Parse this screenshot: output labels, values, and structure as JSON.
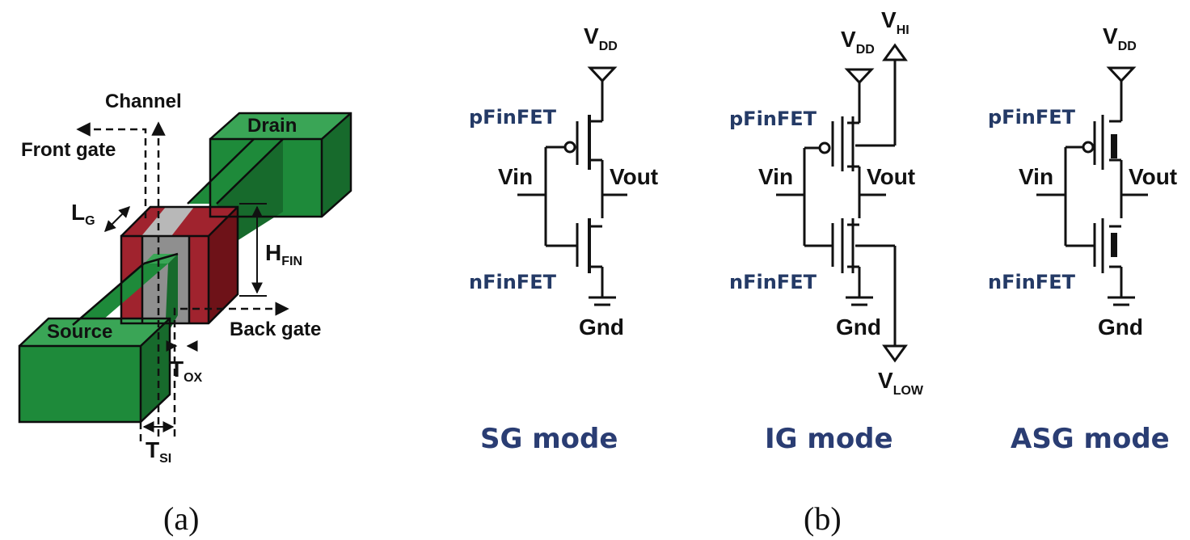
{
  "colors": {
    "green_front": "#1e8a3a",
    "green_top": "#3aa556",
    "green_side": "#176a2c",
    "oxide_red": "#a0232e",
    "oxide_dark": "#6e1218",
    "silicon_gray": "#8f8f8f",
    "silicon_light": "#b8b8b8",
    "fet_label": "#243a66",
    "mode_label": "#2a3d73"
  },
  "panel_a": {
    "drain": "Drain",
    "source": "Source",
    "channel": "Channel",
    "front_gate": "Front gate",
    "back_gate": "Back gate",
    "lg": {
      "main": "L",
      "sub": "G"
    },
    "hfin": {
      "main": "H",
      "sub": "FIN"
    },
    "tox": {
      "main": "T",
      "sub": "OX"
    },
    "tsi": {
      "main": "T",
      "sub": "SI"
    },
    "caption": "(a)"
  },
  "panel_b": {
    "sg": {
      "vdd": {
        "main": "V",
        "sub": "DD"
      },
      "p": "pFinFET",
      "n": "nFinFET",
      "vin": "Vin",
      "vout": "Vout",
      "gnd": "Gnd",
      "mode": "SG mode"
    },
    "ig": {
      "vdd": {
        "main": "V",
        "sub": "DD"
      },
      "vhi": {
        "main": "V",
        "sub": "HI"
      },
      "vlow": {
        "main": "V",
        "sub": "LOW"
      },
      "p": "pFinFET",
      "n": "nFinFET",
      "vin": "Vin",
      "vout": "Vout",
      "gnd": "Gnd",
      "mode": "IG mode"
    },
    "asg": {
      "vdd": {
        "main": "V",
        "sub": "DD"
      },
      "p": "pFinFET",
      "n": "nFinFET",
      "vin": "Vin",
      "vout": "Vout",
      "gnd": "Gnd",
      "mode": "ASG mode"
    },
    "caption": "(b)"
  }
}
